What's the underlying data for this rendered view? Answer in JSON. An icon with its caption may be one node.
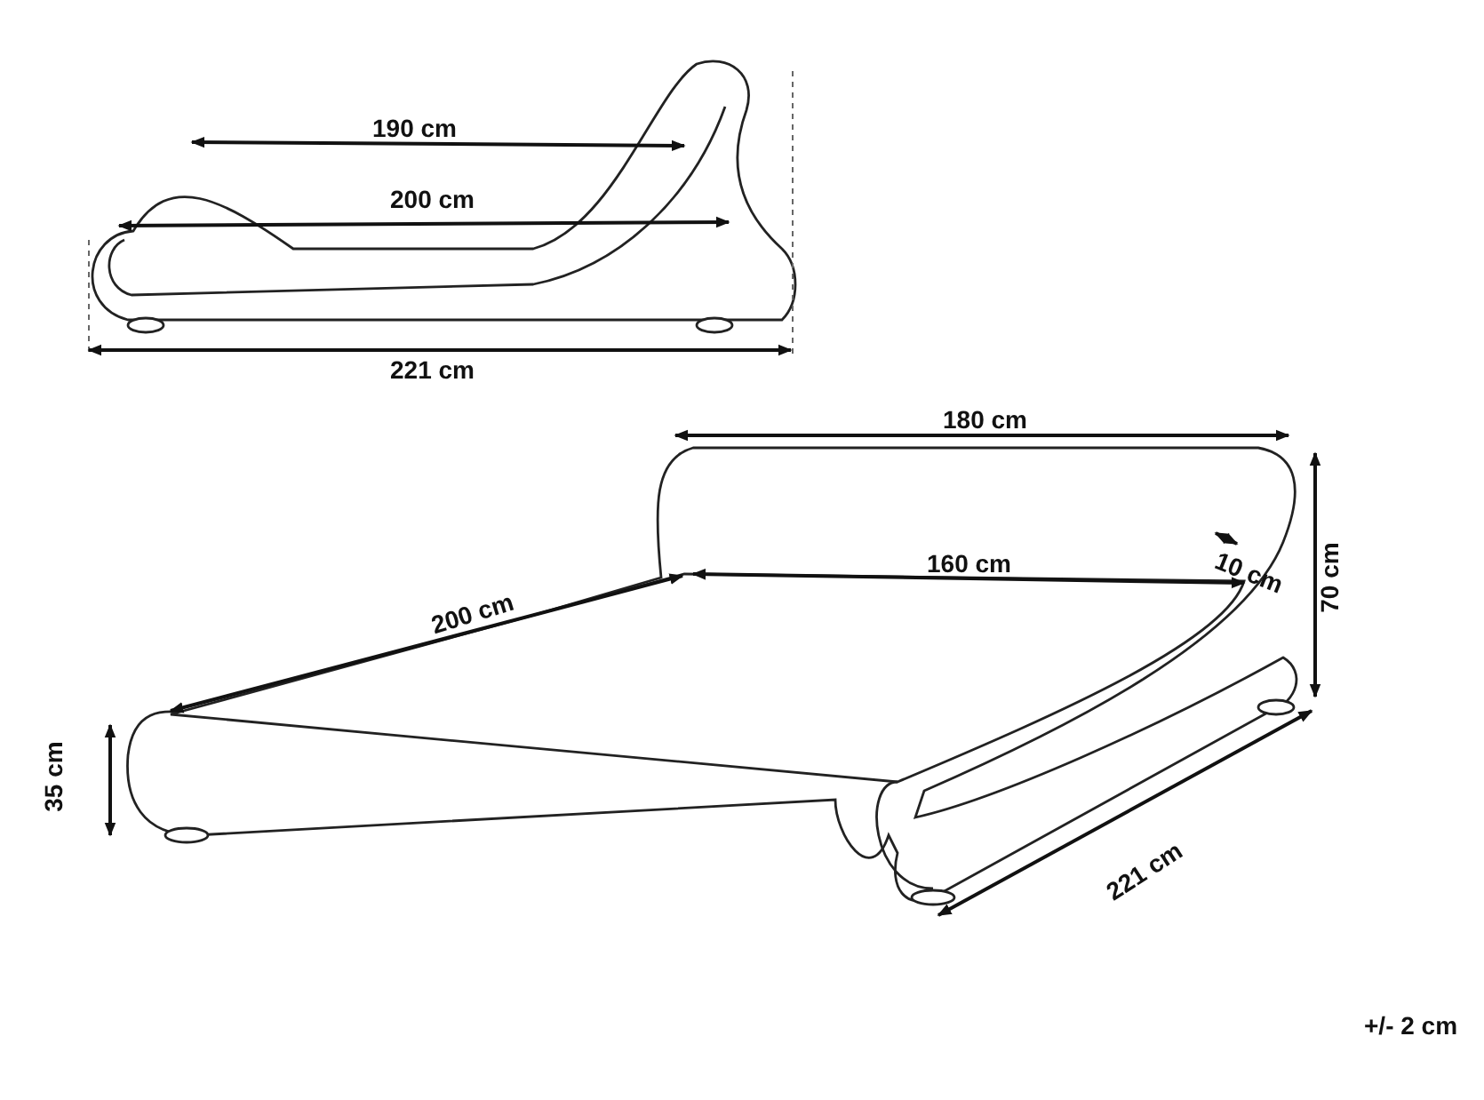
{
  "diagram": {
    "labels": [
      "190 cm",
      "200 cm",
      "221 cm",
      "180 cm",
      "160 cm",
      "10 cm",
      "70 cm",
      "200 cm",
      "35 cm",
      "221 cm",
      "+/- 2 cm"
    ]
  }
}
